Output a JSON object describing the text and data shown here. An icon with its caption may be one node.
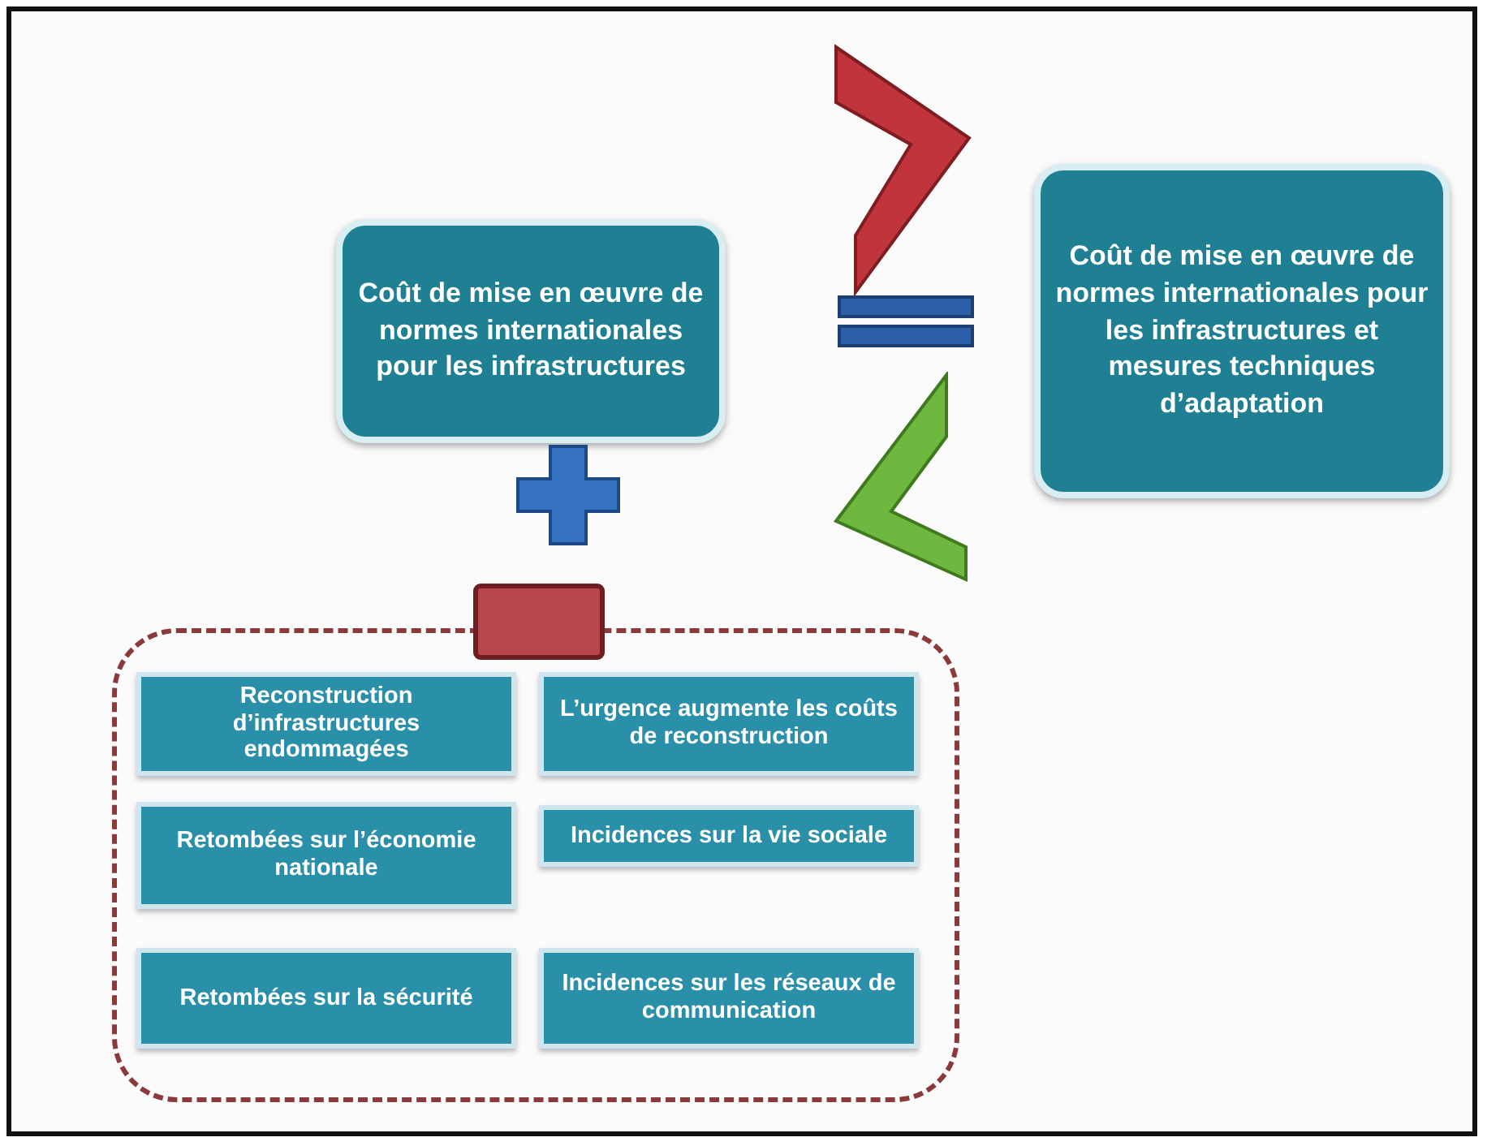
{
  "diagram": {
    "nodes": [
      {
        "text": [
          "Coût de mise en œuvre de normes internationales pour les infrastructures"
        ]
      },
      {
        "text": [
          "Coût de mise en œuvre de normes internationales pour les infrastructures et mesures techniques d’adaptation"
        ]
      },
      {
        "text": [],
        "shape": "box"
      },
      {
        "text": [
          "Reconstruction d’infrastructures endommagées"
        ],
        "in": 2
      },
      {
        "text": [
          "L’urgence augmente les coûts de reconstruction"
        ],
        "in": 2
      },
      {
        "text": [
          "Retombées sur l’économie nationale"
        ],
        "in": 2
      },
      {
        "text": [
          "Incidences sur la vie sociale"
        ],
        "in": 2
      },
      {
        "text": [
          "Retombées sur la sécurité"
        ],
        "in": 2
      },
      {
        "text": [
          "Incidences sur les réseaux de communication"
        ],
        "in": 2
      }
    ]
  }
}
